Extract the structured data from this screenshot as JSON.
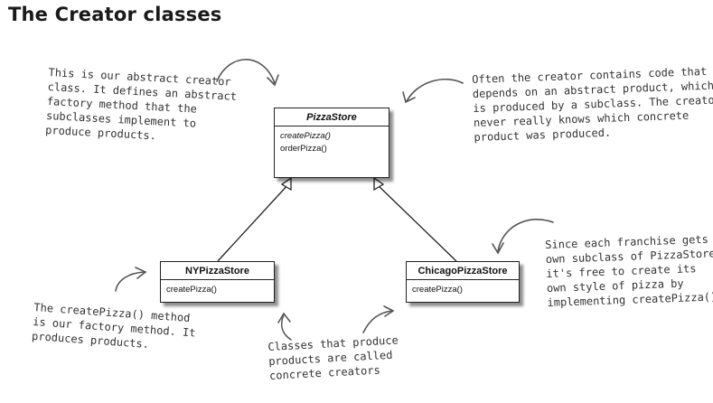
{
  "title": "The Creator classes",
  "classes": {
    "pizza_store": {
      "name": "PizzaStore",
      "methods": [
        "createPizza()",
        "orderPizza()"
      ]
    },
    "ny_pizza_store": {
      "name": "NYPizzaStore",
      "methods": [
        "createPizza()"
      ]
    },
    "chicago_pizza_store": {
      "name": "ChicagoPizzaStore",
      "methods": [
        "createPizza()"
      ]
    }
  },
  "notes": {
    "abstract_creator": [
      "This is our abstract creator",
      "class.  It defines an abstract",
      "factory method that the",
      "subclasses implement to",
      "produce products."
    ],
    "creator_code": [
      "Often the creator contains code that",
      "depends on an abstract product, which",
      "is produced by a subclass.  The creator",
      "never really knows which concrete",
      "product was produced."
    ],
    "franchise": [
      "Since each franchise gets its",
      "own subclass of PizzaStore,",
      "it's free to create its",
      "own style of pizza by",
      "implementing createPizza()."
    ],
    "factory_method": [
      "The createPizza() method",
      "is our factory method.  It",
      "produces products."
    ],
    "concrete_creators": [
      "Classes that produce",
      "products are called",
      "concrete creators"
    ]
  }
}
